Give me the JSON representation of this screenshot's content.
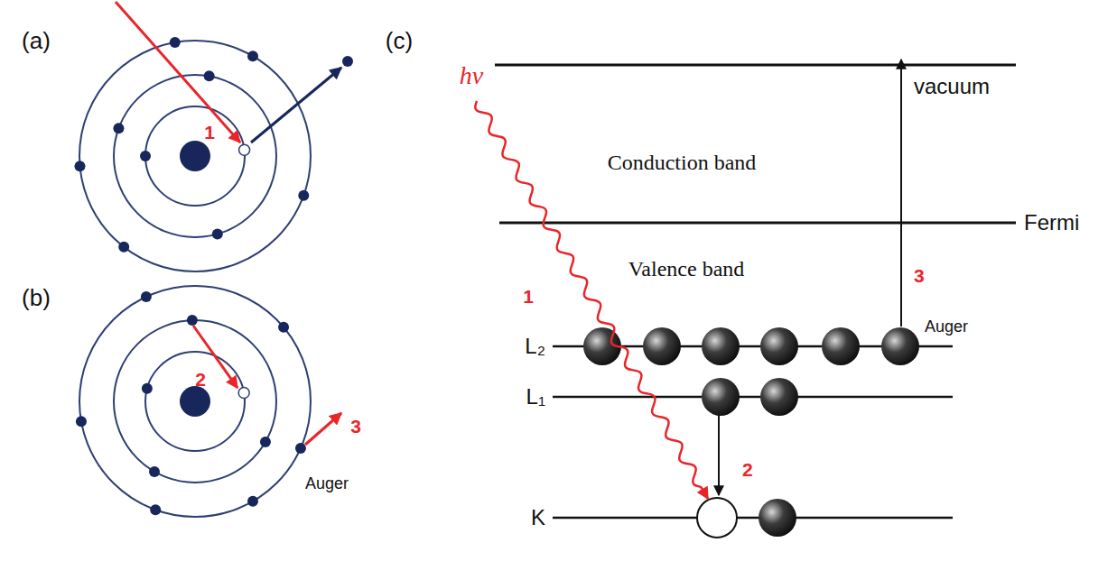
{
  "diagram": {
    "labels": [
      "(a)",
      "1",
      "(b)",
      "2",
      "3",
      "Auger",
      "(c)",
      "vacuum",
      "hv",
      "Conduction band",
      "Fermi",
      "Valence band",
      "1",
      "3",
      "Auger",
      "L₂",
      "L₁",
      "2",
      "K"
    ]
  }
}
